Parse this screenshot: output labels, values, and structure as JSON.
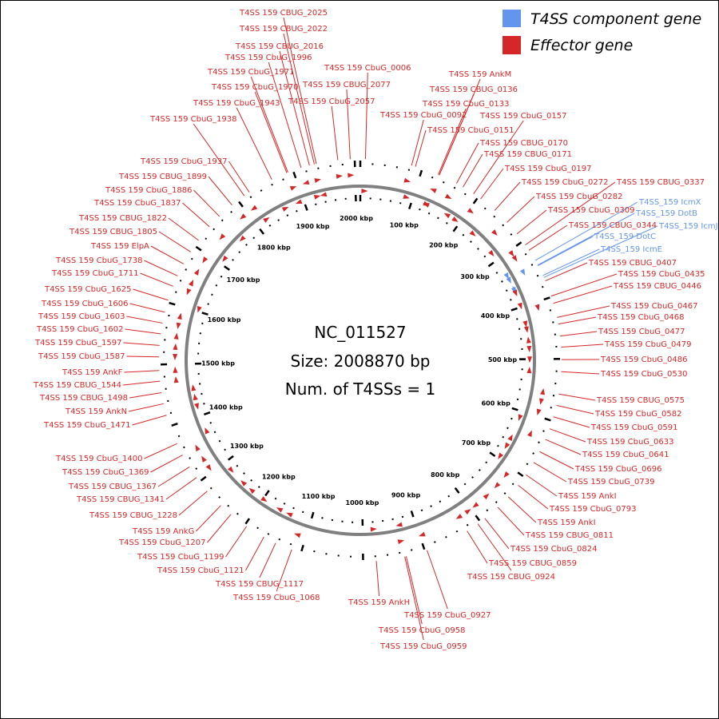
{
  "legend": {
    "items": [
      {
        "label": "T4SS component gene",
        "color": "#6495ED"
      },
      {
        "label": "Effector gene",
        "color": "#D62728"
      }
    ]
  },
  "center": {
    "accession": "NC_011527",
    "size": "Size: 2008870 bp",
    "num_t4ss": "Num. of T4SSs = 1"
  },
  "genome_size_bp": 2008870,
  "kbp_labels": [
    "100 kbp",
    "200 kbp",
    "300 kbp",
    "400 kbp",
    "500 kbp",
    "600 kbp",
    "700 kbp",
    "800 kbp",
    "900 kbp",
    "1000 kbp",
    "1100 kbp",
    "1200 kbp",
    "1300 kbp",
    "1400 kbp",
    "1500 kbp",
    "1600 kbp",
    "1700 kbp",
    "1800 kbp",
    "1900 kbp",
    "2000 kbp"
  ],
  "colors": {
    "effector": "#D62728",
    "component": "#6495ED",
    "backbone": "#808080"
  },
  "genes": [
    {
      "label": "T4SS 159 CBUG_2025",
      "type": "effector"
    },
    {
      "label": "T4SS 159 CBUG_2022",
      "type": "effector"
    },
    {
      "label": "T4SS 159 CBUG_2016",
      "type": "effector"
    },
    {
      "label": "T4SS 159 CbuG_1996",
      "type": "effector"
    },
    {
      "label": "T4SS 159 CbuG_0006",
      "type": "effector"
    },
    {
      "label": "T4SS 159 CbuG_1971",
      "type": "effector"
    },
    {
      "label": "T4SS 159 CbuG_1970",
      "type": "effector"
    },
    {
      "label": "T4SS 159 CBUG_2077",
      "type": "effector"
    },
    {
      "label": "T4SS 159 AnkM",
      "type": "effector"
    },
    {
      "label": "T4SS 159 CBUG_0136",
      "type": "effector"
    },
    {
      "label": "T4SS 159 CbuG_1943",
      "type": "effector"
    },
    {
      "label": "T4SS 159 CbuG_2057",
      "type": "effector"
    },
    {
      "label": "T4SS 159 CbuG_0133",
      "type": "effector"
    },
    {
      "label": "T4SS 159 CbuG_0092",
      "type": "effector"
    },
    {
      "label": "T4SS 159 CbuG_0157",
      "type": "effector"
    },
    {
      "label": "T4SS 159 CbuG_1938",
      "type": "effector"
    },
    {
      "label": "T4SS 159 CbuG_0151",
      "type": "effector"
    },
    {
      "label": "T4SS 159 CBUG_0170",
      "type": "effector"
    },
    {
      "label": "T4SS 159 CBUG_0171",
      "type": "effector"
    },
    {
      "label": "T4SS 159 CbuG_0197",
      "type": "effector"
    },
    {
      "label": "T4SS 159 CbuG_1937",
      "type": "effector"
    },
    {
      "label": "T4SS 159 CBUG_1899",
      "type": "effector"
    },
    {
      "label": "T4SS 159 CbuG_0272",
      "type": "effector"
    },
    {
      "label": "T4SS 159 CBUG_0337",
      "type": "effector"
    },
    {
      "label": "T4SS 159 CbuG_1886",
      "type": "effector"
    },
    {
      "label": "T4SS 159 CbuG_0282",
      "type": "effector"
    },
    {
      "label": "T4SS_159 IcmX",
      "type": "component"
    },
    {
      "label": "T4SS 159 CbuG_1837",
      "type": "effector"
    },
    {
      "label": "T4SS 159 CbuG_0309",
      "type": "effector"
    },
    {
      "label": "T4SS_159 DotB",
      "type": "component"
    },
    {
      "label": "T4SS 159 CBUG_1822",
      "type": "effector"
    },
    {
      "label": "T4SS 159 CBUG_0344",
      "type": "effector"
    },
    {
      "label": "T4SS_159 IcmJ",
      "type": "component"
    },
    {
      "label": "T4SS 159 CBUG_1805",
      "type": "effector"
    },
    {
      "label": "T4SS_159 DotC",
      "type": "component"
    },
    {
      "label": "T4SS 159 ElpA",
      "type": "effector"
    },
    {
      "label": "T4SS_159 IcmE",
      "type": "component"
    },
    {
      "label": "T4SS 159 CbuG_1738",
      "type": "effector"
    },
    {
      "label": "T4SS 159 CBUG_0407",
      "type": "effector"
    },
    {
      "label": "T4SS 159 CbuG_1711",
      "type": "effector"
    },
    {
      "label": "T4SS 159 CbuG_0435",
      "type": "effector"
    },
    {
      "label": "T4SS 159 CBUG_0446",
      "type": "effector"
    },
    {
      "label": "T4SS 159 CbuG_1625",
      "type": "effector"
    },
    {
      "label": "T4SS 159 CbuG_1606",
      "type": "effector"
    },
    {
      "label": "T4SS 159 CbuG_0467",
      "type": "effector"
    },
    {
      "label": "T4SS 159 CbuG_1603",
      "type": "effector"
    },
    {
      "label": "T4SS 159 CbuG_0468",
      "type": "effector"
    },
    {
      "label": "T4SS 159 CbuG_1602",
      "type": "effector"
    },
    {
      "label": "T4SS 159 CbuG_0477",
      "type": "effector"
    },
    {
      "label": "T4SS 159 CbuG_1597",
      "type": "effector"
    },
    {
      "label": "T4SS 159 CbuG_0479",
      "type": "effector"
    },
    {
      "label": "T4SS 159 CbuG_1587",
      "type": "effector"
    },
    {
      "label": "T4SS 159 CbuG_0486",
      "type": "effector"
    },
    {
      "label": "T4SS 159 AnkF",
      "type": "effector"
    },
    {
      "label": "T4SS 159 CbuG_0530",
      "type": "effector"
    },
    {
      "label": "T4SS 159 CBUG_1544",
      "type": "effector"
    },
    {
      "label": "T4SS 159 CBUG_1498",
      "type": "effector"
    },
    {
      "label": "T4SS 159 CBUG_0575",
      "type": "effector"
    },
    {
      "label": "T4SS 159 AnkN",
      "type": "effector"
    },
    {
      "label": "T4SS 159 CbuG_0582",
      "type": "effector"
    },
    {
      "label": "T4SS 159 CbuG_1471",
      "type": "effector"
    },
    {
      "label": "T4SS 159 CbuG_0591",
      "type": "effector"
    },
    {
      "label": "T4SS 159 CbuG_0633",
      "type": "effector"
    },
    {
      "label": "T4SS 159 CbuG_0641",
      "type": "effector"
    },
    {
      "label": "T4SS 159 CbuG_1400",
      "type": "effector"
    },
    {
      "label": "T4SS 159 CbuG_1369",
      "type": "effector"
    },
    {
      "label": "T4SS 159 CbuG_0696",
      "type": "effector"
    },
    {
      "label": "T4SS 159 CBUG_1367",
      "type": "effector"
    },
    {
      "label": "T4SS 159 CbuG_0739",
      "type": "effector"
    },
    {
      "label": "T4SS 159 CBUG_1341",
      "type": "effector"
    },
    {
      "label": "T4SS 159 AnkI",
      "type": "effector"
    },
    {
      "label": "T4SS 159 CbuG_0793",
      "type": "effector"
    },
    {
      "label": "T4SS 159 CBUG_1228",
      "type": "effector"
    },
    {
      "label": "T4SS 159 AnkI",
      "type": "effector"
    },
    {
      "label": "T4SS 159 AnkG",
      "type": "effector"
    },
    {
      "label": "T4SS 159 CBUG_0811",
      "type": "effector"
    },
    {
      "label": "T4SS 159 CbuG_1207",
      "type": "effector"
    },
    {
      "label": "T4SS 159 CbuG_0824",
      "type": "effector"
    },
    {
      "label": "T4SS 159 CbuG_1199",
      "type": "effector"
    },
    {
      "label": "T4SS 159 CBUG_0859",
      "type": "effector"
    },
    {
      "label": "T4SS 159 CbuG_1121",
      "type": "effector"
    },
    {
      "label": "T4SS 159 CBUG_0924",
      "type": "effector"
    },
    {
      "label": "T4SS 159 CBUG_1117",
      "type": "effector"
    },
    {
      "label": "T4SS 159 CbuG_1068",
      "type": "effector"
    },
    {
      "label": "T4SS 159 AnkH",
      "type": "effector"
    },
    {
      "label": "T4SS 159 CbuG_0927",
      "type": "effector"
    },
    {
      "label": "T4SS 159 CbuG_0958",
      "type": "effector"
    },
    {
      "label": "T4SS 159 CbuG_0959",
      "type": "effector"
    }
  ]
}
